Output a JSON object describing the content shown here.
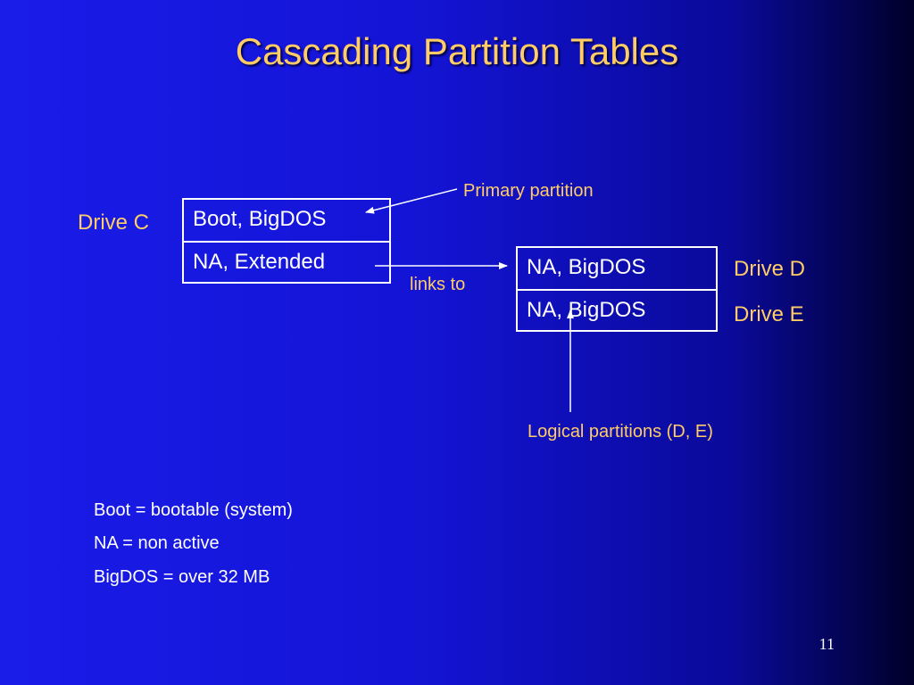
{
  "title": "Cascading Partition Tables",
  "drive_c_label": "Drive C",
  "table_c": [
    "Boot, BigDOS",
    "NA, Extended"
  ],
  "table_ext": [
    "NA, BigDOS",
    "NA, BigDOS"
  ],
  "drive_d_label": "Drive D",
  "drive_e_label": "Drive E",
  "annotations": {
    "primary": "Primary partition",
    "links": "links to",
    "logical": "Logical partitions (D, E)"
  },
  "legend": [
    "Boot = bootable (system)",
    "NA = non active",
    "BigDOS = over 32 MB"
  ],
  "page_number": "11",
  "colors": {
    "accent": "#ffcc66",
    "text": "#ffffff",
    "background": "#1414d6"
  }
}
